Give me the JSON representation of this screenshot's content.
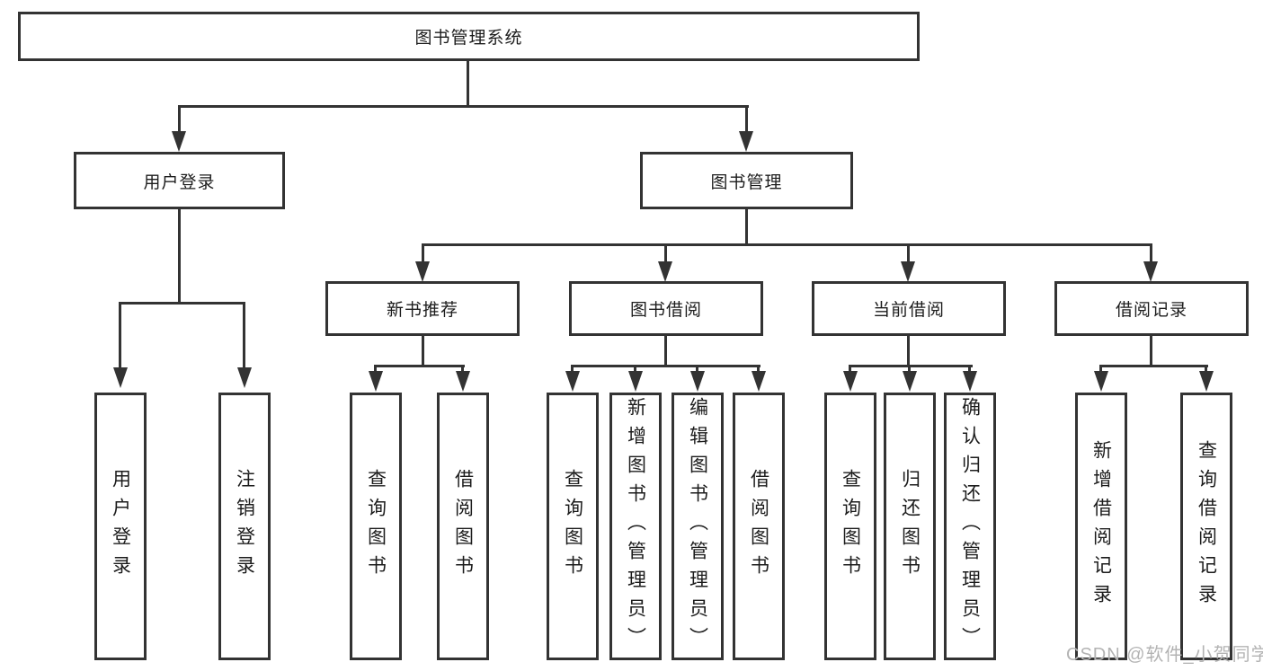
{
  "diagram_type": "hierarchy-tree",
  "colors": {
    "line": "#333333",
    "border": "#333333",
    "text": "#1c1c1c",
    "background": "#ffffff",
    "watermark": "#b3b3b3"
  },
  "tree": {
    "root": {
      "label": "图书管理系统",
      "children": [
        {
          "label": "用户登录",
          "children": [
            {
              "label": "用户登录"
            },
            {
              "label": "注销登录"
            }
          ]
        },
        {
          "label": "图书管理",
          "children": [
            {
              "label": "新书推荐",
              "children": [
                {
                  "label": "查询图书"
                },
                {
                  "label": "借阅图书"
                }
              ]
            },
            {
              "label": "图书借阅",
              "children": [
                {
                  "label": "查询图书"
                },
                {
                  "label": "新增图书（管理员）"
                },
                {
                  "label": "编辑图书（管理员）"
                },
                {
                  "label": "借阅图书"
                }
              ]
            },
            {
              "label": "当前借阅",
              "children": [
                {
                  "label": "查询图书"
                },
                {
                  "label": "归还图书"
                },
                {
                  "label": "确认归还（管理员）"
                }
              ]
            },
            {
              "label": "借阅记录",
              "children": [
                {
                  "label": "新增借阅记录"
                },
                {
                  "label": "查询借阅记录"
                }
              ]
            }
          ]
        }
      ]
    }
  },
  "watermark": {
    "text": "CSDN @软件_小贺同学"
  }
}
